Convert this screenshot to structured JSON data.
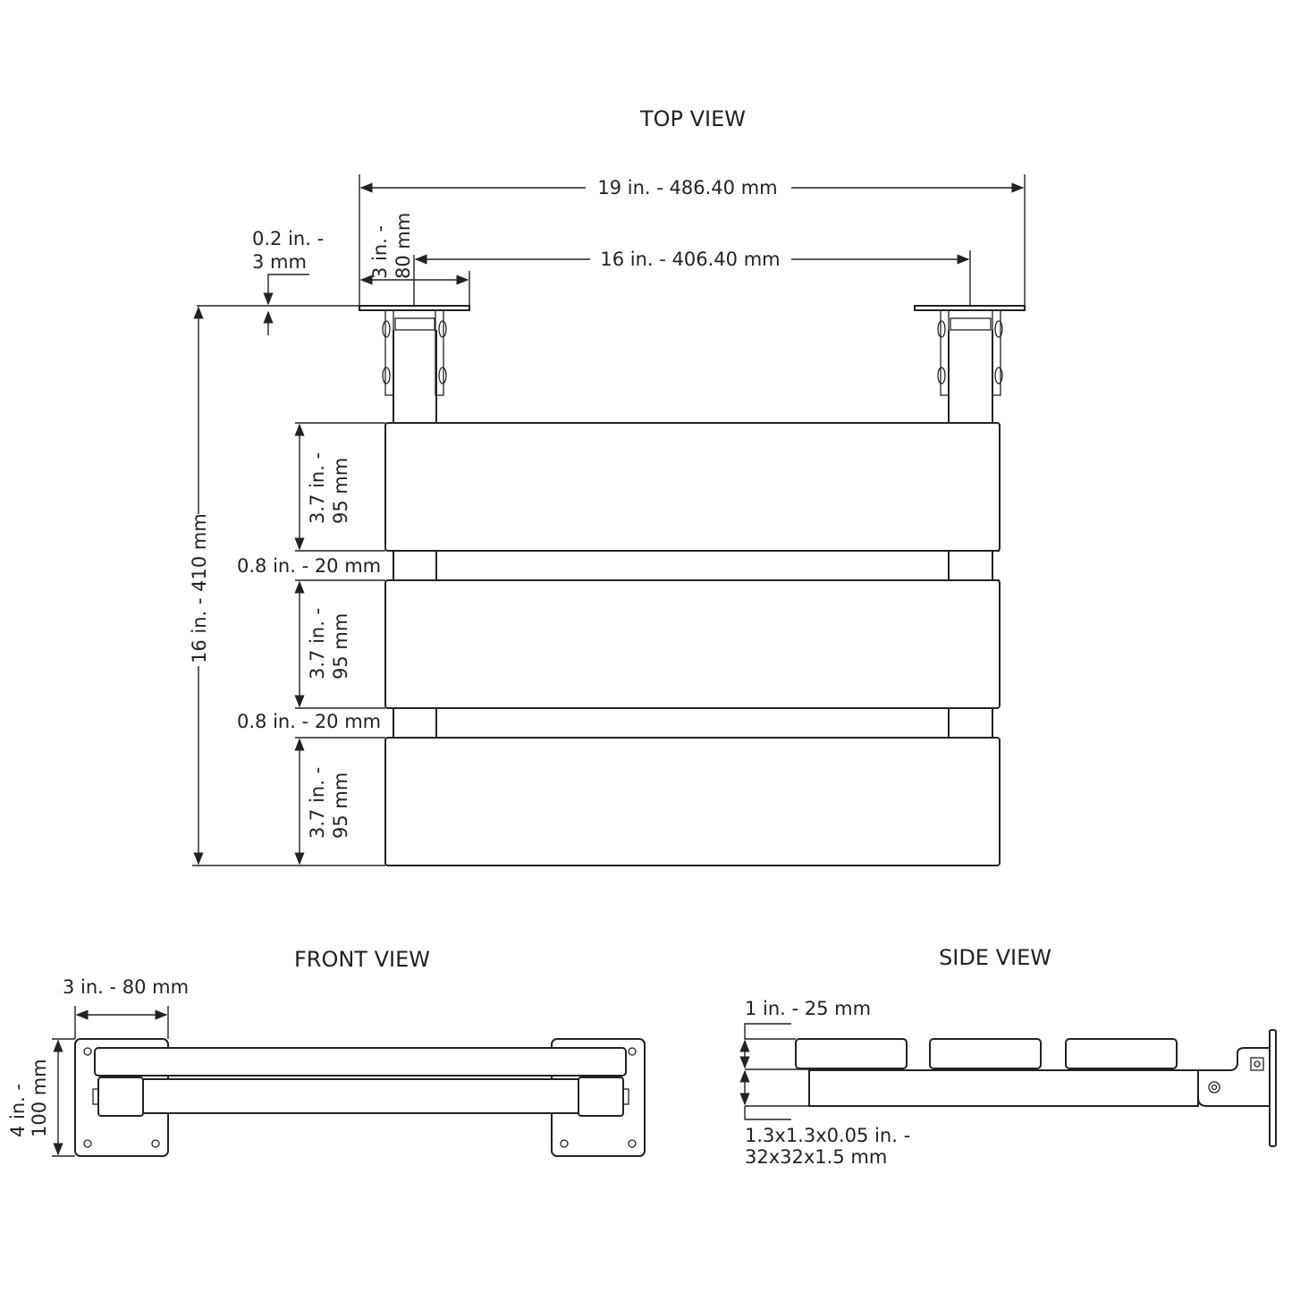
{
  "top_view": {
    "title": "TOP VIEW",
    "overall_width": "19 in. - 486.40 mm",
    "bracket_spacing": "16 in. - 406.40 mm",
    "plate_thickness_line1": "0.2 in. -",
    "plate_thickness_line2": "3 mm",
    "plate_width_line1": "3 in. -",
    "plate_width_line2": "80 mm",
    "overall_depth": "16 in. - 410 mm",
    "slat_width_line1": "3.7 in. -",
    "slat_width_line2": "95 mm",
    "gap": "0.8 in. - 20 mm"
  },
  "front_view": {
    "title": "FRONT VIEW",
    "plate_width": "3 in. - 80 mm",
    "plate_height_line1": "4 in. -",
    "plate_height_line2": "100 mm"
  },
  "side_view": {
    "title": "SIDE VIEW",
    "slat_thickness": "1 in. - 25 mm",
    "tube_line1": "1.3x1.3x0.05 in. -",
    "tube_line2": "32x32x1.5 mm"
  }
}
